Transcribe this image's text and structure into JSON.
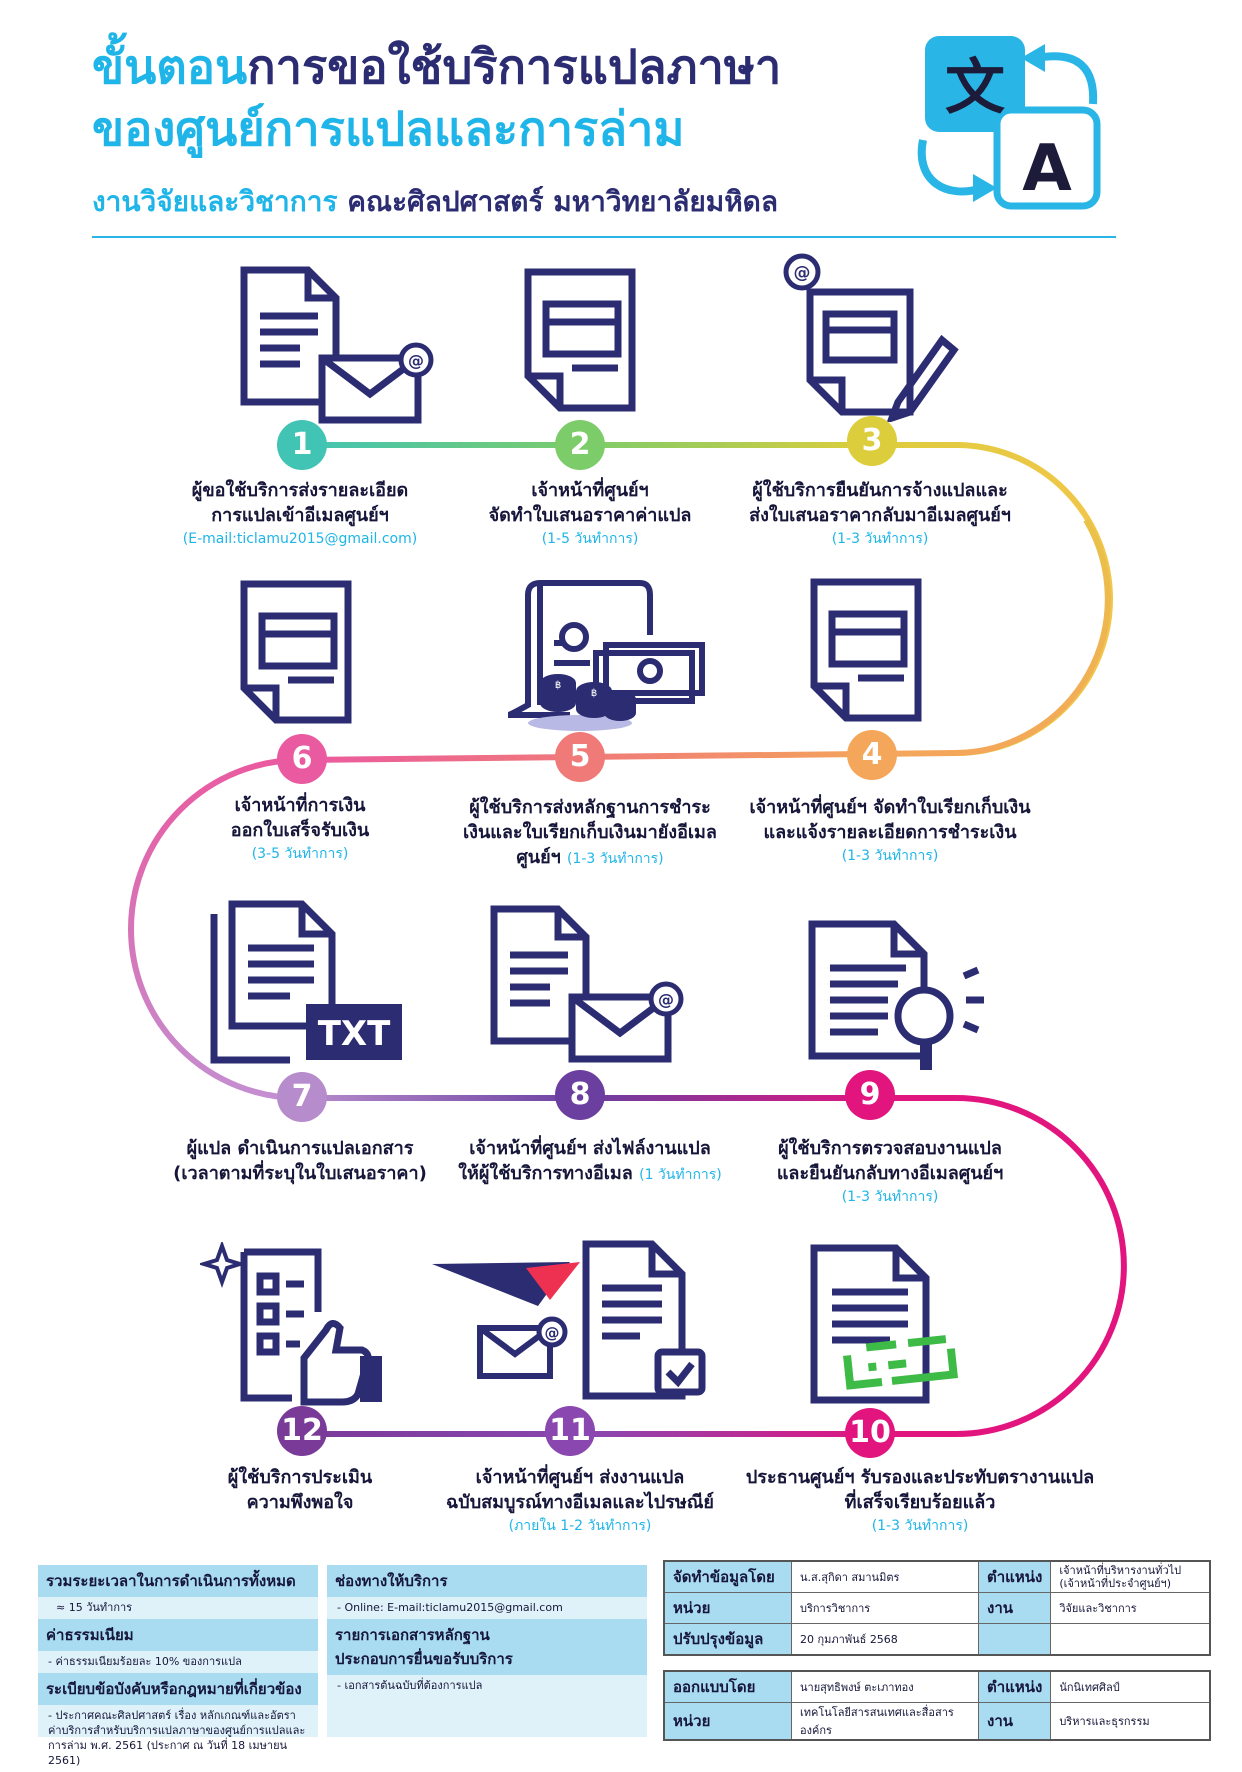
{
  "header": {
    "title_line1_a": "ขั้นตอน",
    "title_line1_b": "การขอใช้บริการแปลภาษา",
    "title_line2": "ของศูนย์การแปลและการล่าม",
    "subtitle_a": "งานวิจัยและวิชาการ",
    "subtitle_b": "คณะศิลปศาสตร์ มหาวิทยาลัยมหิดล",
    "logo_glyph_1": "文",
    "logo_glyph_2": "A"
  },
  "colors": {
    "cyan": "#1fb5e8",
    "navy": "#2b2c72",
    "step1": "#41c4b4",
    "step2": "#7ccc6a",
    "step3": "#dccd3c",
    "step4": "#f4a65a",
    "step5": "#f07a78",
    "step6": "#ea5aa0",
    "step7": "#b78ccc",
    "step8": "#6b3fa0",
    "step9": "#e2157f",
    "step10": "#e2157f",
    "step11": "#8a47b0",
    "step12": "#7a3a98"
  },
  "steps": [
    {
      "num": "1",
      "line1": "ผู้ขอใช้บริการส่งรายละเอียด",
      "line2": "การแปลเข้าอีเมลศูนย์ฯ",
      "duration": "(E-mail:ticlamu2015@gmail.com)",
      "icon": "document-email-icon"
    },
    {
      "num": "2",
      "line1": "เจ้าหน้าที่ศูนย์ฯ",
      "line2": "จัดทำใบเสนอราคาค่าแปล",
      "duration": "(1-5 วันทำการ)",
      "icon": "document-form-icon"
    },
    {
      "num": "3",
      "line1": "ผู้ใช้บริการยืนยันการจ้างแปลและ",
      "line2": "ส่งใบเสนอราคากลับมาอีเมลศูนย์ฯ",
      "duration": "(1-3 วันทำการ)",
      "icon": "document-sign-email-icon"
    },
    {
      "num": "4",
      "line1": "เจ้าหน้าที่ศูนย์ฯ จัดทำใบเรียกเก็บเงิน",
      "line2": "และแจ้งรายละเอียดการชำระเงิน",
      "duration": "(1-3 วันทำการ)",
      "icon": "invoice-document-icon"
    },
    {
      "num": "5",
      "line1": "ผู้ใช้บริการส่งหลักฐานการชำระ",
      "line2": "เงินและใบเรียกเก็บเงินมายังอีเมล",
      "line3": "ศูนย์ฯ",
      "duration": "(1-3 วันทำการ)",
      "icon": "payment-receipt-money-icon"
    },
    {
      "num": "6",
      "line1": "เจ้าหน้าที่การเงิน",
      "line2": "ออกใบเสร็จรับเงิน",
      "duration": "(3-5 วันทำการ)",
      "icon": "receipt-document-icon"
    },
    {
      "num": "7",
      "line1": "ผู้แปล ดำเนินการแปลเอกสาร",
      "line2": "(เวลาตามที่ระบุในใบเสนอราคา)",
      "icon": "txt-document-icon",
      "icon_text": "TXT"
    },
    {
      "num": "8",
      "line1": "เจ้าหน้าที่ศูนย์ฯ ส่งไฟล์งานแปล",
      "line2": "ให้ผู้ใช้บริการทางอีเมล",
      "duration": "(1 วันทำการ)",
      "icon": "document-email-icon"
    },
    {
      "num": "9",
      "line1": "ผู้ใช้บริการตรวจสอบงานแปล",
      "line2": "และยืนยันกลับทางอีเมลศูนย์ฯ",
      "duration": "(1-3 วันทำการ)",
      "icon": "document-search-icon"
    },
    {
      "num": "10",
      "line1": "ประธานศูนย์ฯ รับรองและประทับตรางานแปล",
      "line2": "ที่เสร็จเรียบร้อยแล้ว",
      "duration": "(1-3 วันทำการ)",
      "icon": "document-stamp-icon"
    },
    {
      "num": "11",
      "line1": "เจ้าหน้าที่ศูนย์ฯ ส่งงานแปล",
      "line2": "ฉบับสมบูรณ์ทางอีเมลและไปรษณีย์",
      "duration": "(ภายใน 1-2 วันทำการ)",
      "icon": "mail-post-document-icon"
    },
    {
      "num": "12",
      "line1": "ผู้ใช้บริการประเมิน",
      "line2": "ความพึงพอใจ",
      "icon": "survey-thumbs-up-icon"
    }
  ],
  "info": {
    "total_time_title": "รวมระยะเวลาในการดำเนินการทั้งหมด",
    "total_time_value": "≈ 15 วันทำการ",
    "fee_title": "ค่าธรรมเนียม",
    "fee_value": "- ค่าธรรมเนียมร้อยละ 10% ของการแปล",
    "rules_title": "ระเบียบข้อบังคับหรือกฎหมายที่เกี่ยวข้อง",
    "rules_value_1": "- ประกาศคณะศิลปศาสตร์ เรื่อง หลักเกณฑ์และอัตรา",
    "rules_value_2": "ค่าบริการสำหรับบริการแปลภาษาของศูนย์การแปลและ",
    "rules_value_3": "การล่าม พ.ศ. 2561 (ประกาศ ณ วันที่ 18 เมษายน 2561)",
    "channel_title": "ช่องทางให้บริการ",
    "channel_value": "- Online: E-mail:ticlamu2015@gmail.com",
    "docs_title_1": "รายการเอกสารหลักฐาน",
    "docs_title_2": "ประกอบการยื่นขอรับบริการ",
    "docs_value": "- เอกสารต้นฉบับที่ต้องการแปล"
  },
  "meta1": {
    "prepared_by_label": "จัดทำข้อมูลโดย",
    "prepared_by_value": "น.ส.สุกิดา สมานมิตร",
    "position_label": "ตำแหน่ง",
    "position_value_1": "เจ้าหน้าที่บริหารงานทั่วไป",
    "position_value_2": "(เจ้าหน้าที่ประจำศูนย์ฯ)",
    "unit_label": "หน่วย",
    "unit_value": "บริการวิชาการ",
    "section_label": "งาน",
    "section_value": "วิจัยและวิชาการ",
    "updated_label": "ปรับปรุงข้อมูล",
    "updated_value": "20 กุมภาพันธ์ 2568"
  },
  "meta2": {
    "designed_by_label": "ออกแบบโดย",
    "designed_by_value": "นายสุทธิพงษ์ ตะเภาทอง",
    "position_label": "ตำแหน่ง",
    "position_value": "นักนิเทศศิลป์",
    "unit_label": "หน่วย",
    "unit_value": "เทคโนโลยีสารสนเทศและสื่อสารองค์กร",
    "section_label": "งาน",
    "section_value": "บริหารและธุรกรรม"
  }
}
